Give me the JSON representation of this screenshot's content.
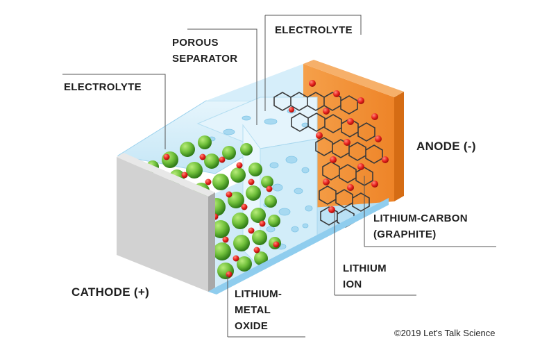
{
  "labels": {
    "porous_separator_1": "POROUS",
    "porous_separator_2": "SEPARATOR",
    "electrolyte_top": "ELECTROLYTE",
    "electrolyte_left": "ELECTROLYTE",
    "anode": "ANODE (-)",
    "lithium_carbon_1": "LITHIUM-CARBON",
    "lithium_carbon_2": "(GRAPHITE)",
    "lithium_ion_1": "LITHIUM",
    "lithium_ion_2": "ION",
    "cathode": "CATHODE (+)",
    "lithium_metal_oxide_1": "LITHIUM-",
    "lithium_metal_oxide_2": "METAL",
    "lithium_metal_oxide_3": "OXIDE",
    "copyright": "©2019 Let's Talk Science"
  },
  "colors": {
    "anode": "#f28a2e",
    "cathode_plate": "#c8c8c8",
    "electrolyte": "#bfe3f5",
    "separator": "#dff1fb",
    "sphere_green": "#6fbf3a",
    "lithium_ion": "#e8211d",
    "graphite": "#3a3a3a",
    "pointer_line": "#555555"
  }
}
